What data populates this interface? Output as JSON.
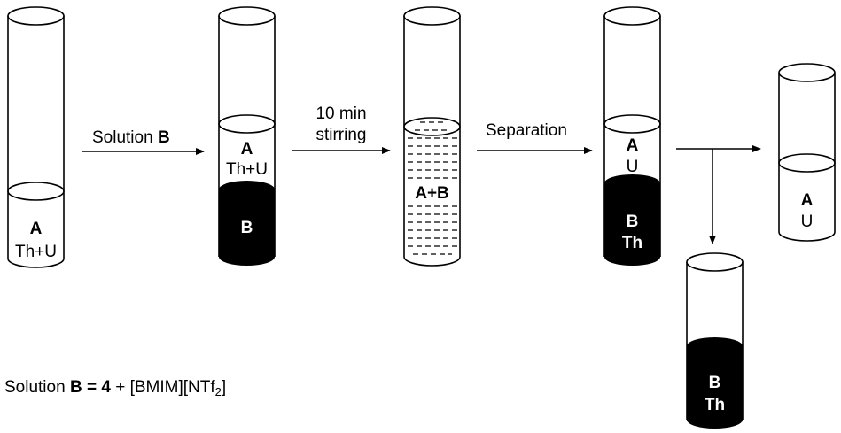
{
  "step1": {
    "top": "A",
    "bottom": "Th+U"
  },
  "arrow1": {
    "text": "Solution ",
    "bold": "B"
  },
  "step2": {
    "upper_top": "A",
    "upper_bottom": "Th+U",
    "lower": "B"
  },
  "arrow2": {
    "line1": "10 min",
    "line2": "stirring"
  },
  "step3": {
    "label_a": "A",
    "label_plus": "+",
    "label_b": "B"
  },
  "arrow3": {
    "text": "Separation"
  },
  "step4": {
    "upper_top": "A",
    "upper_bottom": "U",
    "lower_top": "B",
    "lower_bottom": "Th"
  },
  "result_top": {
    "top": "A",
    "bottom": "U"
  },
  "result_bottom": {
    "top": "B",
    "bottom": "Th"
  },
  "footnote": {
    "prefix": "Solution ",
    "b": "B",
    "eq": " = ",
    "four": "4",
    "plus": " + [BMIM][NTf",
    "sub": "2",
    "close": "]"
  },
  "colors": {
    "ink": "#000000",
    "paper": "#ffffff"
  }
}
